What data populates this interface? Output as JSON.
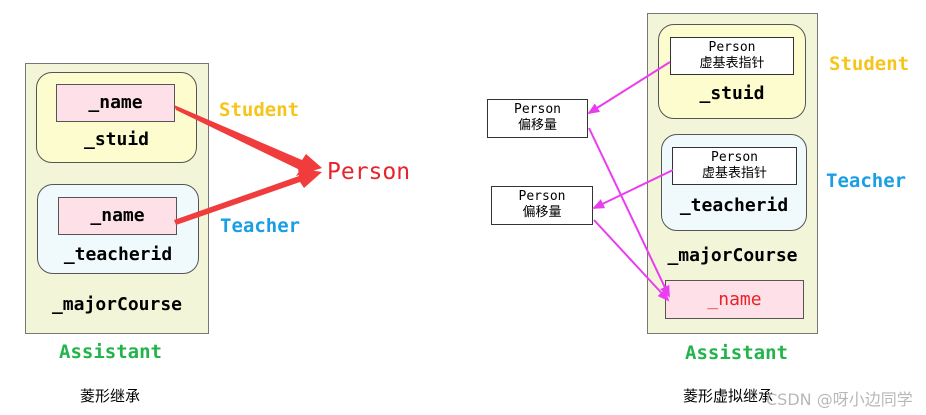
{
  "left": {
    "student_name": "_name",
    "student_stuid": "_stuid",
    "student_label": "Student",
    "teacher_name": "_name",
    "teacher_teacherid": "_teacherid",
    "teacher_label": "Teacher",
    "major_course": "_majorCourse",
    "assistant_label": "Assistant",
    "person_label": "Person",
    "caption": "菱形继承"
  },
  "right": {
    "student_vbptr_line1": "Person",
    "student_vbptr_line2": "虚基表指针",
    "student_stuid": "_stuid",
    "student_label": "Student",
    "teacher_vbptr_line1": "Person",
    "teacher_vbptr_line2": "虚基表指针",
    "teacher_teacherid": "_teacherid",
    "teacher_label": "Teacher",
    "major_course": "_majorCourse",
    "person_name": "_name",
    "assistant_label": "Assistant",
    "offset1_line1": "Person",
    "offset1_line2": "偏移量",
    "offset2_line1": "Person",
    "offset2_line2": "偏移量",
    "caption": "菱形虚拟继承",
    "watermark": "CSDN @呀小边同学"
  },
  "colors": {
    "red_arrow": "#f03c3c",
    "magenta_arrow": "#ea3cf0",
    "student": "#f5c51c",
    "teacher": "#1a9ee4",
    "assistant": "#22b44a",
    "person": "#e8232a"
  }
}
